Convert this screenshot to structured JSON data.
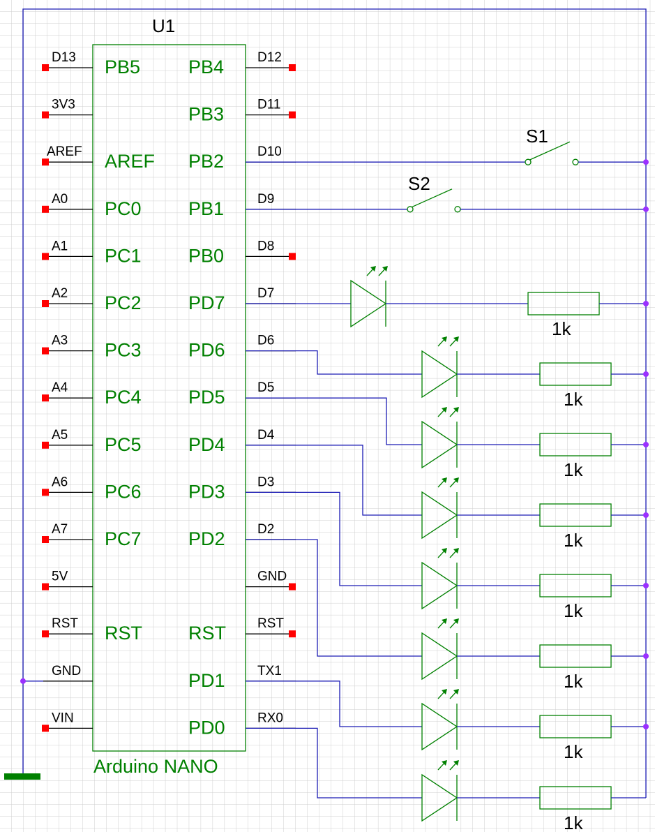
{
  "colors": {
    "background": "#ffffff",
    "grid": "#cfcfcf",
    "pin_line": "#000000",
    "body_outline": "#008000",
    "pin_label": "#008000",
    "wire": "#1b1bb4",
    "junction": "#9b30ff",
    "unconnected": "#ff0000",
    "gnd_symbol": "#008000",
    "text": "#000000"
  },
  "component": {
    "reference": "U1",
    "value": "Arduino NANO"
  },
  "left_pins": [
    {
      "name": "D13",
      "port": "PB5",
      "row": 0,
      "nc": true
    },
    {
      "name": "3V3",
      "port": "",
      "row": 1,
      "nc": true
    },
    {
      "name": "AREF",
      "port": "AREF",
      "row": 2,
      "nc": true
    },
    {
      "name": "A0",
      "port": "PC0",
      "row": 3,
      "nc": true
    },
    {
      "name": "A1",
      "port": "PC1",
      "row": 4,
      "nc": true
    },
    {
      "name": "A2",
      "port": "PC2",
      "row": 5,
      "nc": true
    },
    {
      "name": "A3",
      "port": "PC3",
      "row": 6,
      "nc": true
    },
    {
      "name": "A4",
      "port": "PC4",
      "row": 7,
      "nc": true
    },
    {
      "name": "A5",
      "port": "PC5",
      "row": 8,
      "nc": true
    },
    {
      "name": "A6",
      "port": "PC6",
      "row": 9,
      "nc": true
    },
    {
      "name": "A7",
      "port": "PC7",
      "row": 10,
      "nc": true
    },
    {
      "name": "5V",
      "port": "",
      "row": 11,
      "nc": true
    },
    {
      "name": "RST",
      "port": "RST",
      "row": 12,
      "nc": true
    },
    {
      "name": "GND",
      "port": "",
      "row": 13,
      "nc": false
    },
    {
      "name": "VIN",
      "port": "",
      "row": 14,
      "nc": true
    }
  ],
  "right_pins": [
    {
      "name": "D12",
      "port": "PB4",
      "row": 0,
      "nc": true
    },
    {
      "name": "D11",
      "port": "PB3",
      "row": 1,
      "nc": true
    },
    {
      "name": "D10",
      "port": "PB2",
      "row": 2,
      "nc": false
    },
    {
      "name": "D9",
      "port": "PB1",
      "row": 3,
      "nc": false
    },
    {
      "name": "D8",
      "port": "PB0",
      "row": 4,
      "nc": true
    },
    {
      "name": "D7",
      "port": "PD7",
      "row": 5,
      "nc": false
    },
    {
      "name": "D6",
      "port": "PD6",
      "row": 6,
      "nc": false
    },
    {
      "name": "D5",
      "port": "PD5",
      "row": 7,
      "nc": false
    },
    {
      "name": "D4",
      "port": "PD4",
      "row": 8,
      "nc": false
    },
    {
      "name": "D3",
      "port": "PD3",
      "row": 9,
      "nc": false
    },
    {
      "name": "D2",
      "port": "PD2",
      "row": 10,
      "nc": false
    },
    {
      "name": "GND",
      "port": "",
      "row": 11,
      "nc": true
    },
    {
      "name": "RST",
      "port": "RST",
      "row": 12,
      "nc": true
    },
    {
      "name": "TX1",
      "port": "PD1",
      "row": 13,
      "nc": false
    },
    {
      "name": "RX0",
      "port": "PD0",
      "row": 14,
      "nc": false
    }
  ],
  "switches": [
    {
      "ref": "S1",
      "pin": "D10"
    },
    {
      "ref": "S2",
      "pin": "D9"
    }
  ],
  "led_channels": [
    {
      "pin": "D7",
      "resistor": "1k"
    },
    {
      "pin": "D6",
      "resistor": "1k"
    },
    {
      "pin": "D5",
      "resistor": "1k"
    },
    {
      "pin": "D4",
      "resistor": "1k"
    },
    {
      "pin": "D3",
      "resistor": "1k"
    },
    {
      "pin": "D2",
      "resistor": "1k"
    },
    {
      "pin": "TX1",
      "resistor": "1k"
    },
    {
      "pin": "RX0",
      "resistor": "1k"
    }
  ]
}
